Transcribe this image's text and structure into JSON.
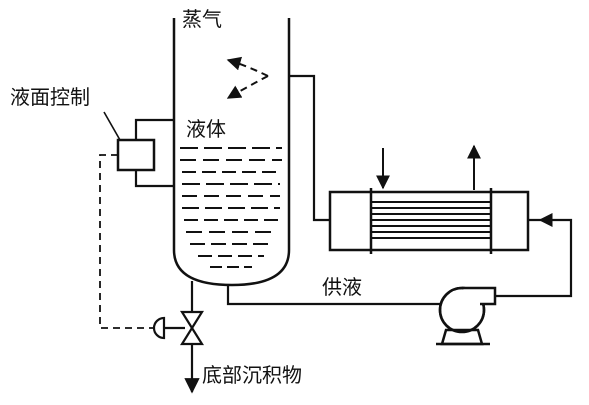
{
  "labels": {
    "vapor": "蒸气",
    "level_control": "液面控制",
    "liquid": "液体",
    "supply_liquid": "供液",
    "bottom_sediment": "底部沉积物"
  },
  "colors": {
    "line": "#111111",
    "background": "#ffffff"
  },
  "icons": {
    "pump": "centrifugal-pump-icon",
    "valve": "control-valve-icon",
    "controller": "level-controller-box-icon"
  }
}
